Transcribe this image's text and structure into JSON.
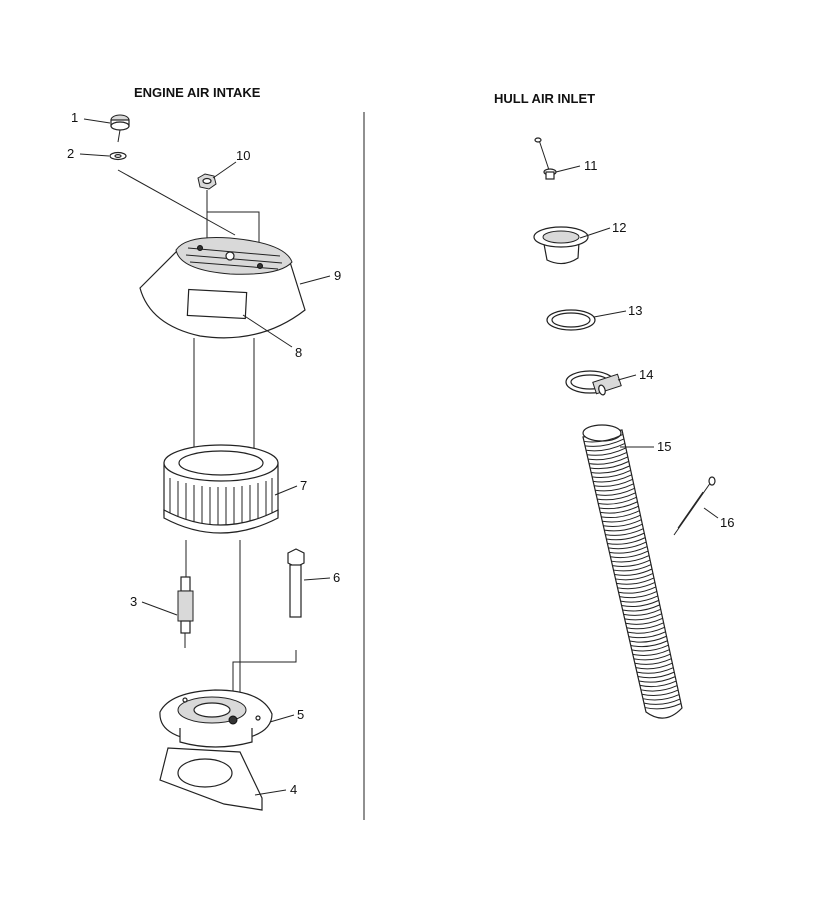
{
  "sections": {
    "engine": {
      "title": "ENGINE AIR INTAKE"
    },
    "hull": {
      "title": "HULL AIR INLET"
    }
  },
  "callouts": {
    "c1": "1",
    "c2": "2",
    "c3": "3",
    "c4": "4",
    "c5": "5",
    "c6": "6",
    "c7": "7",
    "c8": "8",
    "c9": "9",
    "c10": "10",
    "c11": "11",
    "c12": "12",
    "c13": "13",
    "c14": "14",
    "c15": "15",
    "c16": "16"
  }
}
